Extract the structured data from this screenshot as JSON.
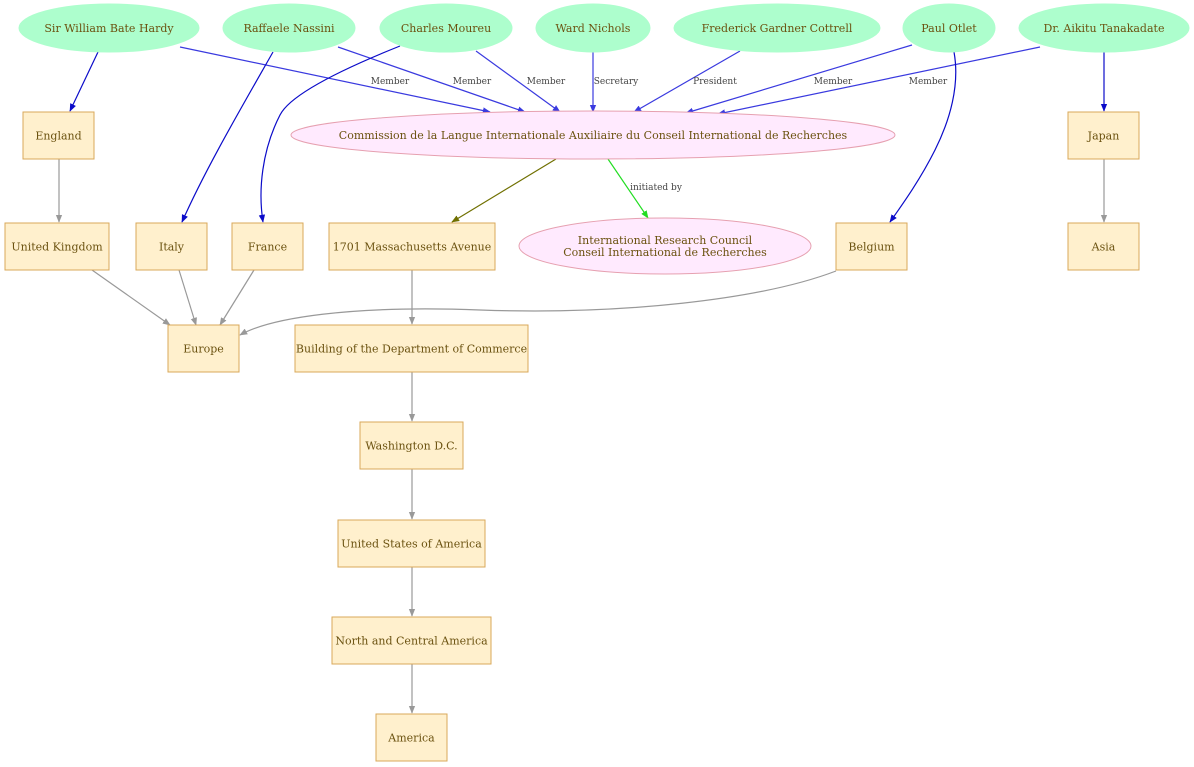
{
  "colors": {
    "person_fill": "#adfecd",
    "place_fill": "#fff0cd",
    "place_stroke": "#d9a85a",
    "org_fill": "#ffeafe",
    "org_stroke": "#e6a0b0",
    "member_edge": "#3a3adf",
    "located_edge": "#0b0bc9",
    "part_of_edge": "#999999",
    "address_edge": "#707000",
    "initiated_edge": "#22dd22",
    "text": "#6b5210"
  },
  "nodes": {
    "hardy": {
      "label": "Sir William Bate Hardy",
      "kind": "person"
    },
    "nassini": {
      "label": "Raffaele Nassini",
      "kind": "person"
    },
    "moureu": {
      "label": "Charles Moureu",
      "kind": "person"
    },
    "nichols": {
      "label": "Ward Nichols",
      "kind": "person"
    },
    "cottrell": {
      "label": "Frederick Gardner Cottrell",
      "kind": "person"
    },
    "otlet": {
      "label": "Paul Otlet",
      "kind": "person"
    },
    "tanakadate": {
      "label": "Dr. Aikitu Tanakadate",
      "kind": "person"
    },
    "commission": {
      "label": "Commission de la Langue Internationale Auxiliaire du Conseil International de Recherches",
      "kind": "org"
    },
    "irc": {
      "label": "International Research Council",
      "label2": "Conseil International de Recherches",
      "kind": "org"
    },
    "england": {
      "label": "England",
      "kind": "place"
    },
    "uk": {
      "label": "United Kingdom",
      "kind": "place"
    },
    "italy": {
      "label": "Italy",
      "kind": "place"
    },
    "france": {
      "label": "France",
      "kind": "place"
    },
    "mass_ave": {
      "label": "1701 Massachusetts Avenue",
      "kind": "place"
    },
    "belgium": {
      "label": "Belgium",
      "kind": "place"
    },
    "japan": {
      "label": "Japan",
      "kind": "place"
    },
    "asia": {
      "label": "Asia",
      "kind": "place"
    },
    "europe": {
      "label": "Europe",
      "kind": "place"
    },
    "building": {
      "label": "Building of the Department of Commerce",
      "kind": "place"
    },
    "washington": {
      "label": "Washington D.C.",
      "kind": "place"
    },
    "usa": {
      "label": "United States of America",
      "kind": "place"
    },
    "nca": {
      "label": "North and Central America",
      "kind": "place"
    },
    "america": {
      "label": "America",
      "kind": "place"
    }
  },
  "edges": [
    {
      "from": "hardy",
      "to": "commission",
      "label": "Member",
      "kind": "member"
    },
    {
      "from": "nassini",
      "to": "commission",
      "label": "Member",
      "kind": "member"
    },
    {
      "from": "moureu",
      "to": "commission",
      "label": "Member",
      "kind": "member"
    },
    {
      "from": "nichols",
      "to": "commission",
      "label": "Secretary",
      "kind": "member"
    },
    {
      "from": "cottrell",
      "to": "commission",
      "label": "President",
      "kind": "member"
    },
    {
      "from": "otlet",
      "to": "commission",
      "label": "Member",
      "kind": "member"
    },
    {
      "from": "tanakadate",
      "to": "commission",
      "label": "Member",
      "kind": "member"
    },
    {
      "from": "hardy",
      "to": "england",
      "label": "",
      "kind": "located"
    },
    {
      "from": "nassini",
      "to": "italy",
      "label": "",
      "kind": "located"
    },
    {
      "from": "moureu",
      "to": "france",
      "label": "",
      "kind": "located"
    },
    {
      "from": "otlet",
      "to": "belgium",
      "label": "",
      "kind": "located"
    },
    {
      "from": "tanakadate",
      "to": "japan",
      "label": "",
      "kind": "located"
    },
    {
      "from": "commission",
      "to": "mass_ave",
      "label": "",
      "kind": "address"
    },
    {
      "from": "commission",
      "to": "irc",
      "label": "initiated by",
      "kind": "initiated"
    },
    {
      "from": "england",
      "to": "uk",
      "label": "",
      "kind": "part_of"
    },
    {
      "from": "uk",
      "to": "europe",
      "label": "",
      "kind": "part_of"
    },
    {
      "from": "italy",
      "to": "europe",
      "label": "",
      "kind": "part_of"
    },
    {
      "from": "france",
      "to": "europe",
      "label": "",
      "kind": "part_of"
    },
    {
      "from": "belgium",
      "to": "europe",
      "label": "",
      "kind": "part_of"
    },
    {
      "from": "japan",
      "to": "asia",
      "label": "",
      "kind": "part_of"
    },
    {
      "from": "mass_ave",
      "to": "building",
      "label": "",
      "kind": "part_of"
    },
    {
      "from": "building",
      "to": "washington",
      "label": "",
      "kind": "part_of"
    },
    {
      "from": "washington",
      "to": "usa",
      "label": "",
      "kind": "part_of"
    },
    {
      "from": "usa",
      "to": "nca",
      "label": "",
      "kind": "part_of"
    },
    {
      "from": "nca",
      "to": "america",
      "label": "",
      "kind": "part_of"
    }
  ]
}
